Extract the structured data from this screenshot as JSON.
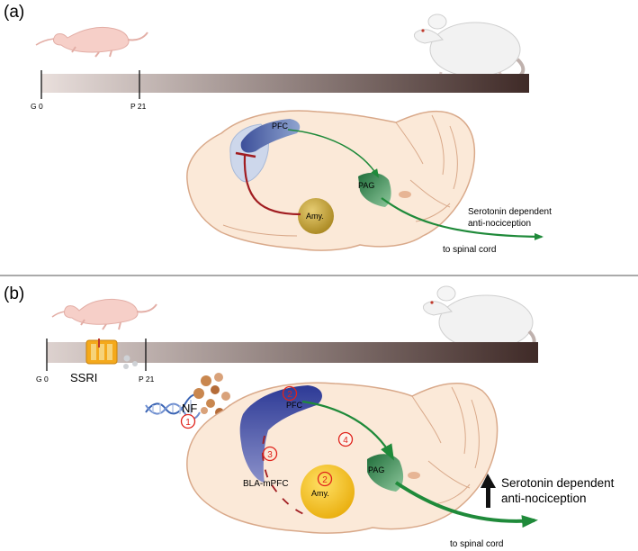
{
  "panel_a": {
    "label": "(a)",
    "timeline": {
      "start": "G 0",
      "mark": "P 21"
    },
    "regions": {
      "pfc": "PFC",
      "amygdala": "Amy.",
      "pag": "PAG"
    },
    "outcome_line1": "Serotonin dependent",
    "outcome_line2": "anti-nociception",
    "spinal": "to spinal cord"
  },
  "panel_b": {
    "label": "(b)",
    "timeline": {
      "start": "G 0",
      "mark": "P 21"
    },
    "drug": "SSRI",
    "factor": "NF",
    "pathway": "BLA-mPFC",
    "regions": {
      "pfc": "PFC",
      "amygdala": "Amy.",
      "pag": "PAG"
    },
    "steps": [
      "1",
      "2",
      "2",
      "3",
      "4"
    ],
    "outcome_line1": "Serotonin dependent",
    "outcome_line2": "anti-nociception",
    "spinal": "to spinal cord"
  },
  "colors": {
    "pfc_light": "#9eb4d8",
    "pfc_dark": "#27358f",
    "amygdala_a": "#c9a73c",
    "amygdala_b": "#f2c218",
    "pag": "#2e8b4a",
    "pathway_green": "#1f8a3a",
    "inhibition_red": "#a11d21",
    "step_red": "#e0231b",
    "brain_fill": "#fbe9d8",
    "brain_stroke": "#d9a98a"
  }
}
